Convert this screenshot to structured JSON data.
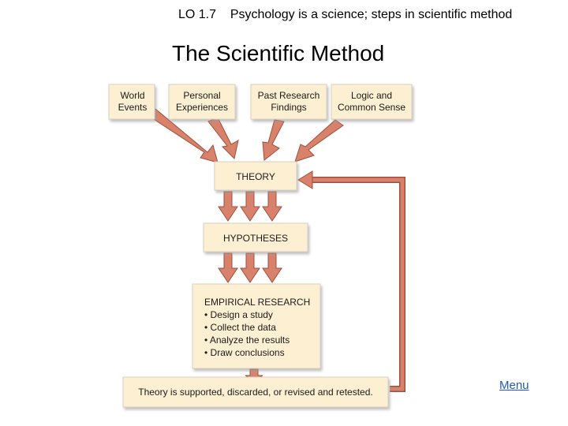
{
  "header": {
    "lo_label": "LO 1.7    Psychology is a science; steps in scientific method"
  },
  "title": "The Scientific Method",
  "diagram": {
    "sources": [
      {
        "line1": "World",
        "line2": "Events"
      },
      {
        "line1": "Personal",
        "line2": "Experiences"
      },
      {
        "line1": "Past Research",
        "line2": "Findings"
      },
      {
        "line1": "Logic and",
        "line2": "Common Sense"
      }
    ],
    "theory": "THEORY",
    "hypotheses": "HYPOTHESES",
    "empirical": {
      "heading": "EMPIRICAL RESEARCH",
      "steps": [
        "• Design a study",
        "• Collect the data",
        "• Analyze the results",
        "• Draw conclusions"
      ]
    },
    "outcome": "Theory is supported, discarded, or revised and retested."
  },
  "nav": {
    "menu_label": "Menu"
  },
  "colors": {
    "box_fill": "#fdf0d2",
    "box_shadow": "#cfcfcf",
    "arrow_fill": "#d9826b",
    "arrow_stroke": "#a14f3c"
  }
}
